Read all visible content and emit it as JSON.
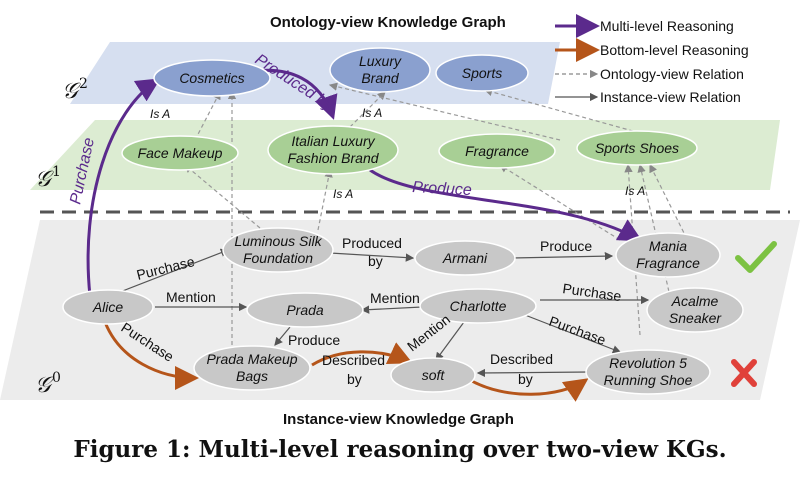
{
  "titles": {
    "ontology": "Ontology-view Knowledge Graph",
    "instance": "Instance-view Knowledge Graph"
  },
  "caption": "Figure 1: Multi-level reasoning over two-view KGs.",
  "levels": {
    "g2": "𝒢",
    "g2_sup": "2",
    "g1": "𝒢",
    "g1_sup": "1",
    "g0": "𝒢",
    "g0_sup": "0"
  },
  "legend": {
    "multi": "Multi-level Reasoning",
    "bottom": "Bottom-level Reasoning",
    "ontology_rel": "Ontology-view Relation",
    "instance_rel": "Instance-view Relation"
  },
  "colors": {
    "purple": "#5b2a8c",
    "orange": "#b5551a",
    "layer2": "#d6dff0",
    "layer1": "#dcecd2",
    "layer0": "#ececec",
    "node2": "#8aa0cf",
    "node1": "#a8cf95",
    "node0": "#c8c8c8",
    "check": "#7cc242",
    "cross": "#e0413a"
  },
  "nodes": {
    "cosmetics": "Cosmetics",
    "luxury_brand_1": "Luxury",
    "luxury_brand_2": "Brand",
    "sports": "Sports",
    "face_makeup": "Face Makeup",
    "italian_1": "Italian Luxury",
    "italian_2": "Fashion Brand",
    "fragrance": "Fragrance",
    "sports_shoes": "Sports Shoes",
    "luminous_1": "Luminous Silk",
    "luminous_2": "Foundation",
    "armani": "Armani",
    "mania_1": "Mania",
    "mania_2": "Fragrance",
    "alice": "Alice",
    "prada": "Prada",
    "charlotte": "Charlotte",
    "acalme_1": "Acalme",
    "acalme_2": "Sneaker",
    "prada_bags_1": "Prada Makeup",
    "prada_bags_2": "Bags",
    "soft": "soft",
    "revolution_1": "Revolution 5",
    "revolution_2": "Running Shoe"
  },
  "edges": {
    "purchase_alice_cosmetics": "Purchase",
    "produced_by_top": "Produced by",
    "is_a_cosmetics": "Is A",
    "is_a_luxury": "Is A",
    "produce_italian": "Produce",
    "is_a_italian": "Is A",
    "is_a_sports": "Is A",
    "purchase_luminous": "Purchase",
    "produced_by_1": "Produced",
    "produced_by_2": "by",
    "produce_mania": "Produce",
    "mention_prada": "Mention",
    "mention_charlotte": "Mention",
    "purchase_acalme": "Purchase",
    "purchase_bags": "Purchase",
    "produce_bags": "Produce",
    "mention_soft": "Mention",
    "purchase_revolution": "Purchase",
    "described_by_1a": "Described",
    "described_by_1b": "by",
    "described_by_2a": "Described",
    "described_by_2b": "by"
  }
}
